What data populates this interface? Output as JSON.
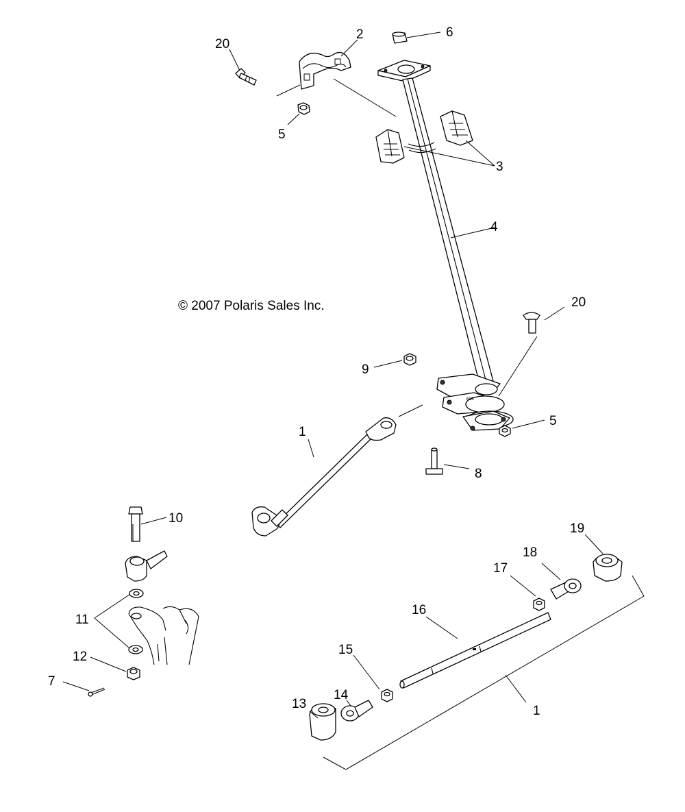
{
  "copyright": "© 2007 Polaris Sales Inc.",
  "callouts": {
    "c1a": "1",
    "c1b": "1",
    "c2": "2",
    "c3": "3",
    "c4": "4",
    "c5a": "5",
    "c5b": "5",
    "c6": "6",
    "c7": "7",
    "c8": "8",
    "c9": "9",
    "c10": "10",
    "c11": "11",
    "c12": "12",
    "c13": "13",
    "c14": "14",
    "c15": "15",
    "c16": "16",
    "c17": "17",
    "c18": "18",
    "c19": "19",
    "c20a": "20",
    "c20b": "20"
  }
}
